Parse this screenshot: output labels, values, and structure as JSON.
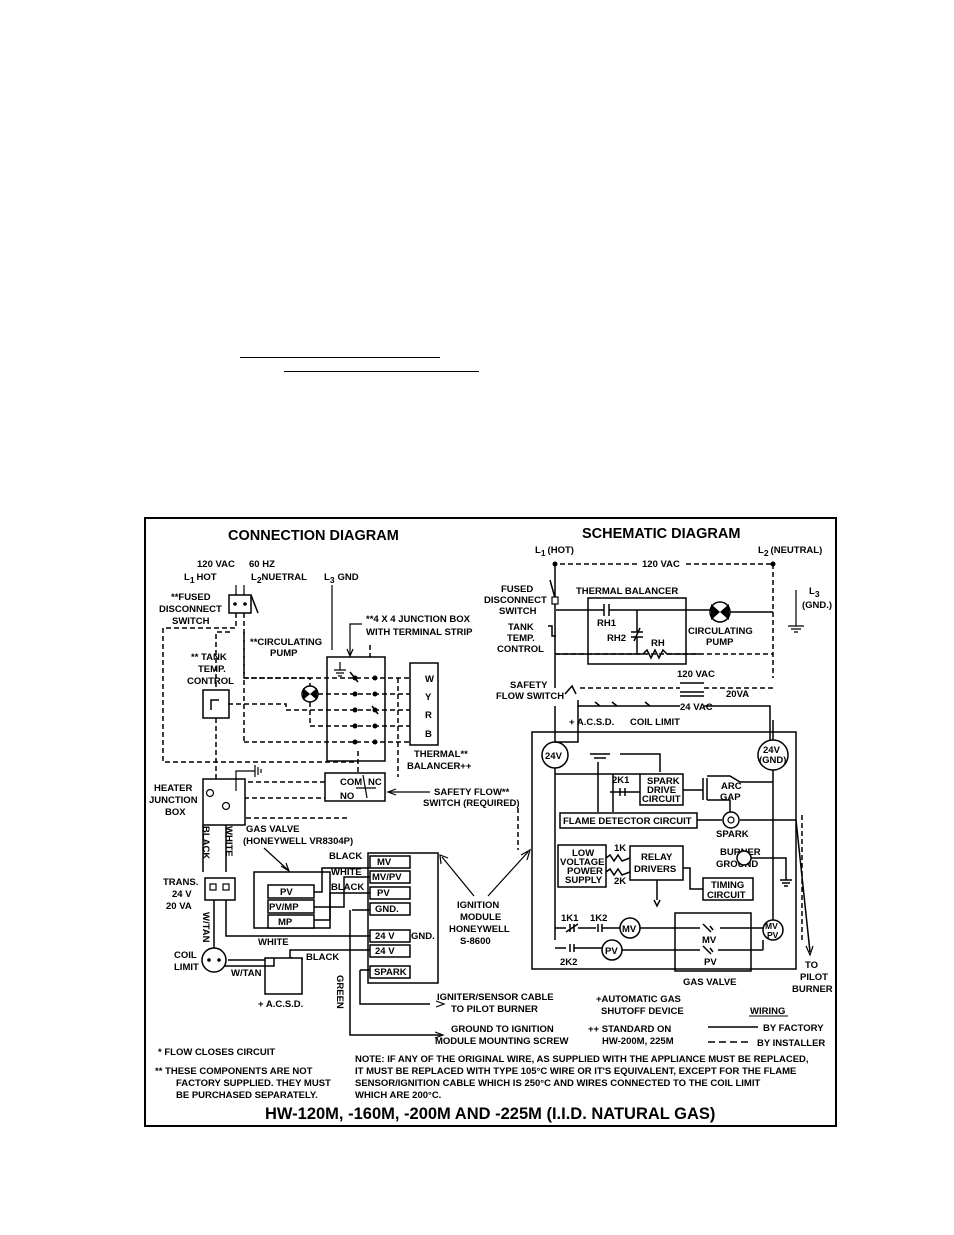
{
  "header": {
    "rule_1": "",
    "rule_2": ""
  },
  "connection": {
    "title": "CONNECTION DIAGRAM",
    "supply_line": "120 VAC",
    "hz": "60 HZ",
    "l1": "L",
    "l1_sub": "1",
    "l1_text": "HOT",
    "l2": "L",
    "l2_sub": "2",
    "l2_text": "NUETRAL",
    "l3": "L",
    "l3_sub": "3",
    "l3_text": "GND",
    "fused_1": "**FUSED",
    "fused_2": "DISCONNECT",
    "fused_3": "SWITCH",
    "circ_pump_1": "**CIRCULATING",
    "circ_pump_2": "PUMP",
    "junction_1": "**4 X 4 JUNCTION BOX",
    "junction_2": "WITH TERMINAL STRIP",
    "tank_1": "** TANK",
    "tank_2": "TEMP.",
    "tank_3": "CONTROL",
    "term_w": "W",
    "term_y": "Y",
    "term_r": "R",
    "term_b": "B",
    "thermal_1": "THERMAL**",
    "thermal_2": "BALANCER++",
    "com": "COM",
    "nc": "NC",
    "no": "NO",
    "safety_1": "SAFETY FLOW**",
    "safety_2": "SWITCH (REQUIRED)",
    "heater_1": "HEATER",
    "heater_2": "JUNCTION",
    "heater_3": "BOX",
    "black_v": "BLACK",
    "white_v": "WHITE",
    "gas_valve_1": "GAS VALVE",
    "gas_valve_2": "(HONEYWELL VR8304P)",
    "wire_black_1": "BLACK",
    "wire_white": "WHITE",
    "wire_black_2": "BLACK",
    "gv_pv": "PV",
    "gv_pvmp": "PV/MP",
    "gv_mp": "MP",
    "trans_1": "TRANS.",
    "trans_2": "24 V",
    "trans_3": "20 VA",
    "wtan_v": "W/TAN",
    "wire_white_2": "WHITE",
    "coil_1": "COIL",
    "coil_2": "LIMIT",
    "wtan_h": "W/TAN",
    "wire_black_3": "BLACK",
    "acsd": "+ A.C.S.D.",
    "green": "GREEN",
    "ign_mv": "MV",
    "ign_mvpv": "MV/PV",
    "ign_pv": "PV",
    "ign_gnd": "GND.",
    "ign_24v_1": "24 V",
    "ign_24v_2": "24 V",
    "ign_spark": "SPARK",
    "gnd_right": "GND.",
    "module_1": "IGNITION",
    "module_2": "MODULE",
    "module_3": "HONEYWELL",
    "module_4": "S-8600",
    "igniter_1": "IGNITER/SENSOR CABLE",
    "igniter_2": "TO PILOT BURNER",
    "ground_1": "GROUND TO IGNITION",
    "ground_2": "MODULE MOUNTING SCREW"
  },
  "schematic": {
    "title": "SCHEMATIC DIAGRAM",
    "l1": "L",
    "l1_sub": "1",
    "l1_text": "(HOT)",
    "l2": "L",
    "l2_sub": "2",
    "l2_text": "(NEUTRAL)",
    "vac": "120 VAC",
    "l3": "L",
    "l3_sub": "3",
    "l3_text": "(GND.)",
    "fused_1": "FUSED",
    "fused_2": "DISCONNECT",
    "fused_3": "SWITCH",
    "thermal": "THERMAL BALANCER",
    "rh1": "RH1",
    "rh2": "RH2",
    "rh": "RH",
    "circ_1": "CIRCULATING",
    "circ_2": "PUMP",
    "tank_1": "TANK",
    "tank_2": "TEMP.",
    "tank_3": "CONTROL",
    "vac_2": "120 VAC",
    "safety_1": "SAFETY",
    "safety_2": "FLOW SWITCH",
    "va": "20VA",
    "vac_24": "24 VAC",
    "acsd": "+ A.C.S.D.",
    "coil_limit": "COIL LIMIT",
    "v24_left": "24V",
    "v24_right_1": "24V",
    "v24_right_2": "(GND)",
    "twok1": "2K1",
    "spark_1": "SPARK",
    "spark_2": "DRIVE",
    "spark_3": "CIRCUIT",
    "arc_1": "ARC",
    "arc_2": "GAP",
    "flame": "FLAME DETECTOR CIRCUIT",
    "spark_label": "SPARK",
    "low_1": "LOW",
    "low_2": "VOLTAGE",
    "low_3": "POWER",
    "low_4": "SUPPLY",
    "onek": "1K",
    "twok": "2K",
    "relay_1": "RELAY",
    "relay_2": "DRIVERS",
    "burner_1": "BURNER",
    "burner_2": "GROUND",
    "timing_1": "TIMING",
    "timing_2": "CIRCUIT",
    "onek1": "1K1",
    "onek2": "1K2",
    "mv": "MV",
    "mv_2": "MV",
    "mvpv_1": "MV",
    "mvpv_2": "PV",
    "pv": "PV",
    "pv_2": "PV",
    "twok2": "2K2",
    "gas_valve": "GAS VALVE",
    "to_1": "TO",
    "to_2": "PILOT",
    "to_3": "BURNER"
  },
  "notes": {
    "auto_1": "+AUTOMATIC GAS",
    "auto_2": "SHUTOFF DEVICE",
    "std_1": "++ STANDARD ON",
    "std_2": "HW-200M, 225M",
    "wiring": "WIRING",
    "by_factory": "BY FACTORY",
    "by_installer": "BY INSTALLER",
    "flow": "*  FLOW CLOSES CIRCUIT",
    "comp_1": "**  THESE COMPONENTS ARE NOT",
    "comp_2": "FACTORY SUPPLIED.  THEY MUST",
    "comp_3": "BE PURCHASED SEPARATELY.",
    "note_1": "NOTE: IF ANY OF THE ORIGINAL WIRE, AS SUPPLIED WITH THE APPLIANCE MUST BE REPLACED,",
    "note_2": "IT MUST BE REPLACED WITH TYPE 105°C WIRE OR IT'S EQUIVALENT, EXCEPT FOR THE FLAME",
    "note_3": "SENSOR/IGNITION CABLE WHICH IS 250°C AND WIRES CONNECTED TO THE COIL LIMIT",
    "note_4": "WHICH ARE 200°C."
  },
  "footer": {
    "title": "HW-120M, -160M, -200M AND -225M (I.I.D. NATURAL GAS)"
  }
}
